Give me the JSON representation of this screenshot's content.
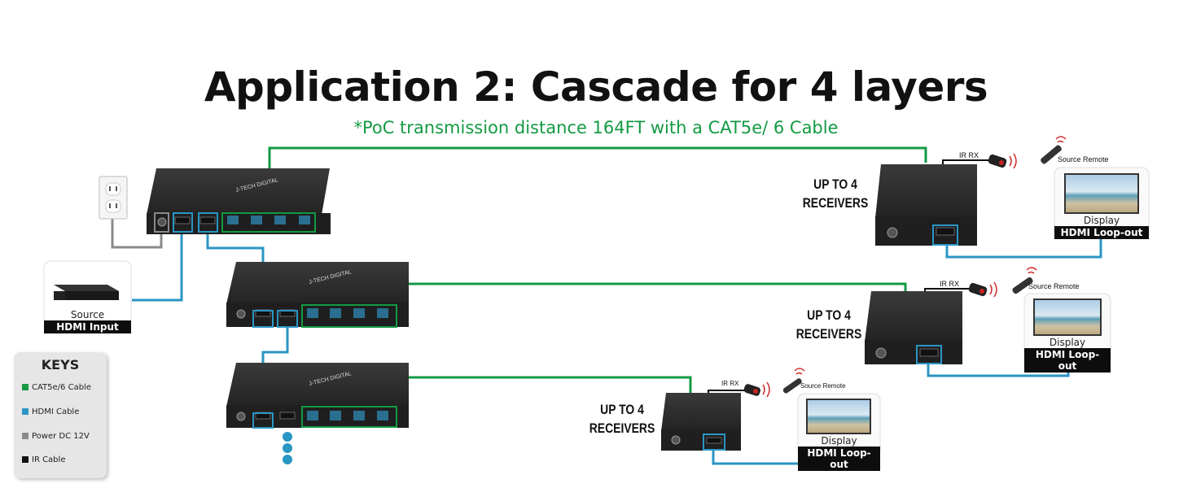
{
  "title": "Application 2: Cascade for 4 layers",
  "subtitle": "*PoC transmission distance 164FT with a CAT5e/ 6 Cable",
  "colors": {
    "cat5e": "#139a43",
    "hdmi": "#2a96c4",
    "power": "#8a8a8a",
    "ir": "#111111",
    "device": "#2a2a2a"
  },
  "source": {
    "label": "Source",
    "caption": "HDMI Input"
  },
  "receivers": [
    {
      "label_line1": "UP TO 4",
      "label_line2": "RECEIVERS",
      "ir_label": "IR RX",
      "remote_label": "Source Remote",
      "display_label": "Display",
      "caption": "HDMI Loop-out"
    },
    {
      "label_line1": "UP TO 4",
      "label_line2": "RECEIVERS",
      "ir_label": "IR RX",
      "remote_label": "Source Remote",
      "display_label": "Display",
      "caption": "HDMI Loop-out"
    },
    {
      "label_line1": "UP TO 4",
      "label_line2": "RECEIVERS",
      "ir_label": "IR RX",
      "remote_label": "Source Remote",
      "display_label": "Display",
      "caption": "HDMI Loop-out"
    }
  ],
  "keys": {
    "title": "KEYS",
    "items": [
      {
        "label": "CAT5e/6 Cable",
        "color": "#139a43"
      },
      {
        "label": "HDMI Cable",
        "color": "#2a96c4"
      },
      {
        "label": "Power DC 12V",
        "color": "#8a8a8a"
      },
      {
        "label": "IR Cable",
        "color": "#111111"
      }
    ]
  }
}
